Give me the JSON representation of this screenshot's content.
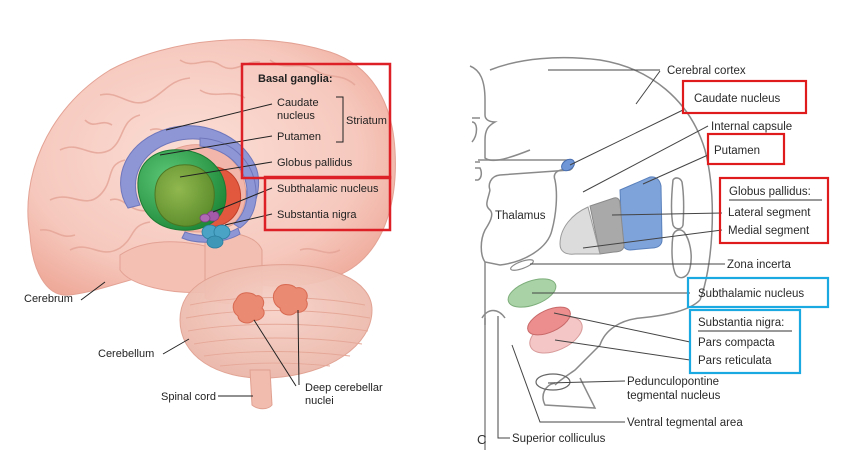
{
  "left_figure": {
    "basal_ganglia_heading": "Basal ganglia:",
    "labels": {
      "caudate_line1": "Caudate",
      "caudate_line2": "nucleus",
      "putamen": "Putamen",
      "striatum": "Striatum",
      "globus_pallidus": "Globus pallidus",
      "subthalamic_nucleus": "Subthalamic nucleus",
      "substantia_nigra": "Substantia nigra",
      "cerebrum": "Cerebrum",
      "cerebellum": "Cerebellum",
      "spinal_cord": "Spinal cord",
      "deep_cerebellar_line1": "Deep cerebellar",
      "deep_cerebellar_line2": "nuclei"
    },
    "colors": {
      "brain": "#f6c9bf",
      "caudate": "#8f96d6",
      "putamen": "#3fae5a",
      "globus_pallidus": "#7fa83c",
      "red_structure": "#e2583f",
      "substantia_nigra": "#4aa3c4",
      "subthalamic": "#a05aa8",
      "highlight_box": "#dd1f26"
    }
  },
  "right_figure": {
    "panel_letter": "C",
    "labels": {
      "cerebral_cortex": "Cerebral cortex",
      "caudate_nucleus": "Caudate nucleus",
      "internal_capsule": "Internal capsule",
      "putamen": "Putamen",
      "globus_pallidus_heading": "Globus pallidus:",
      "lateral_segment": "Lateral segment",
      "medial_segment": "Medial segment",
      "thalamus": "Thalamus",
      "zona_incerta": "Zona incerta",
      "subthalamic_nucleus": "Subthalamic nucleus",
      "substantia_nigra_heading": "Substantia nigra:",
      "pars_compacta": "Pars compacta",
      "pars_reticulata": "Pars reticulata",
      "pedunculopontine_line1": "Pedunculopontine",
      "pedunculopontine_line2": "tegmental nucleus",
      "ventral_tegmental_area": "Ventral tegmental area",
      "superior_colliculus": "Superior colliculus"
    },
    "colors": {
      "caudate": "#6f96d6",
      "putamen": "#7ea3db",
      "lateral_segment": "#a9a9a9",
      "medial_segment": "#dcdcdc",
      "subthalamic": "#a9d3a6",
      "pars_compacta": "#ec8e8e",
      "pars_reticulata": "#f4c6c6",
      "red_box": "#e01b1b",
      "blue_box": "#1aa9e0"
    }
  }
}
